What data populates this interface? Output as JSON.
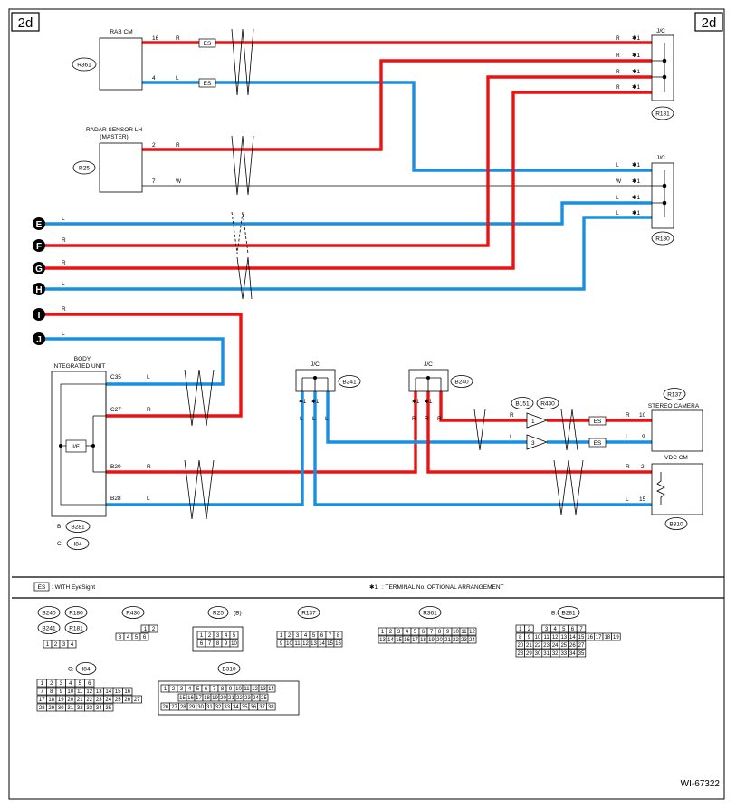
{
  "page_tag": "2d",
  "drawing_no": "WI-67322",
  "legend": {
    "es_box": "ES",
    "es_text": ": WITH EyeSight",
    "star_symbol": "✱1",
    "star_text": ": TERMINAL No. OPTIONAL ARRANGEMENT"
  },
  "components": {
    "rab_cm": {
      "name": "RAB CM",
      "code": "R361"
    },
    "radar": {
      "name": "RADAR SENSOR LH",
      "sub": "(MASTER)",
      "code": "R25"
    },
    "jc_r181": {
      "name": "J/C",
      "code": "R181"
    },
    "jc_r180": {
      "name": "J/C",
      "code": "R180"
    },
    "body_unit": {
      "name": "BODY",
      "sub": "INTEGRATED UNIT",
      "code_b": "B281",
      "code_c": "I84",
      "prefix_b": "B:",
      "prefix_c": "C:",
      "if_label": "I/F"
    },
    "jc_b241": {
      "name": "J/C",
      "code": "B241"
    },
    "jc_b240": {
      "name": "J/C",
      "code": "B240"
    },
    "stereo_camera": {
      "name": "STEREO CAMERA",
      "code": "R137"
    },
    "vdc_cm": {
      "name": "VDC CM",
      "code": "B310"
    },
    "splice_b151": "B151",
    "splice_r430": "R430"
  },
  "connectors_off_page": [
    "E",
    "F",
    "G",
    "H",
    "I",
    "J"
  ],
  "pins": {
    "rab_16": "16",
    "rab_4": "4",
    "radar_2": "2",
    "radar_7": "7",
    "body_c35": "C35",
    "body_c27": "C27",
    "body_b20": "B20",
    "body_b28": "B28",
    "cam_10": "10",
    "cam_9": "9",
    "vdc_2": "2",
    "vdc_15": "15",
    "splice_1": "1",
    "splice_3": "3"
  },
  "wire_colors": {
    "R": "R",
    "L": "L",
    "W": "W"
  },
  "connector_faces": {
    "group1_codes": [
      "B240",
      "R180",
      "B241",
      "R181"
    ],
    "group1_pins": [
      "1",
      "2",
      "3",
      "4"
    ],
    "r430_top": [
      "1",
      "2"
    ],
    "r430_bottom": [
      "3",
      "4",
      "5",
      "6"
    ],
    "r25_code": "R25",
    "r25_suffix": "(B)",
    "r25_top": [
      "1",
      "2",
      "3",
      "4",
      "5"
    ],
    "r25_bottom": [
      "6",
      "7",
      "8",
      "9",
      "10"
    ],
    "r137_code": "R137",
    "r137_top": [
      "1",
      "2",
      "3",
      "4",
      "5",
      "6",
      "7",
      "8"
    ],
    "r137_bottom": [
      "9",
      "10",
      "11",
      "12",
      "13",
      "14",
      "15",
      "16"
    ],
    "r361_code": "R361",
    "r361_top": [
      "1",
      "2",
      "3",
      "4",
      "5",
      "6",
      "7",
      "8",
      "9",
      "10",
      "11",
      "12"
    ],
    "r361_bottom": [
      "13",
      "14",
      "15",
      "16",
      "17",
      "18",
      "19",
      "20",
      "21",
      "22",
      "23",
      "24"
    ],
    "b281_code": "B281",
    "b281_prefix": "B:",
    "b281_rows": [
      [
        "1",
        "2",
        "",
        "3",
        "4",
        "5",
        "6",
        "7"
      ],
      [
        "8",
        "9",
        "10",
        "11",
        "12",
        "13",
        "14",
        "15",
        "16",
        "17",
        "18",
        "19"
      ],
      [
        "20",
        "21",
        "22",
        "23",
        "24",
        "25",
        "26",
        "27"
      ],
      [
        "28",
        "29",
        "30",
        "31",
        "32",
        "33",
        "34",
        "35"
      ]
    ],
    "i84_code": "I84",
    "i84_prefix": "C:",
    "i84_rows": [
      [
        "1",
        "2",
        "3",
        "4",
        "5",
        "6"
      ],
      [
        "7",
        "8",
        "9",
        "10",
        "11",
        "12",
        "13",
        "14",
        "15",
        "16"
      ],
      [
        "17",
        "18",
        "19",
        "20",
        "21",
        "22",
        "23",
        "24",
        "25",
        "26",
        "27"
      ],
      [
        "28",
        "29",
        "30",
        "31",
        "32",
        "33",
        "34",
        "35"
      ]
    ],
    "b310_code": "B310",
    "b310_row1": [
      "1",
      "2",
      "3",
      "4",
      "5",
      "6",
      "7",
      "8",
      "9",
      "10",
      "11",
      "12",
      "13",
      "14"
    ],
    "b310_row2": [
      "15",
      "16",
      "17",
      "18",
      "19",
      "20",
      "21",
      "22",
      "23",
      "24",
      "25"
    ],
    "b310_row3": [
      "26",
      "27",
      "28",
      "29",
      "30",
      "31",
      "32",
      "33",
      "34",
      "35",
      "36",
      "37",
      "38"
    ]
  },
  "colors": {
    "red": "#ee1111",
    "blue": "#1a8fe0",
    "black": "#000000"
  }
}
